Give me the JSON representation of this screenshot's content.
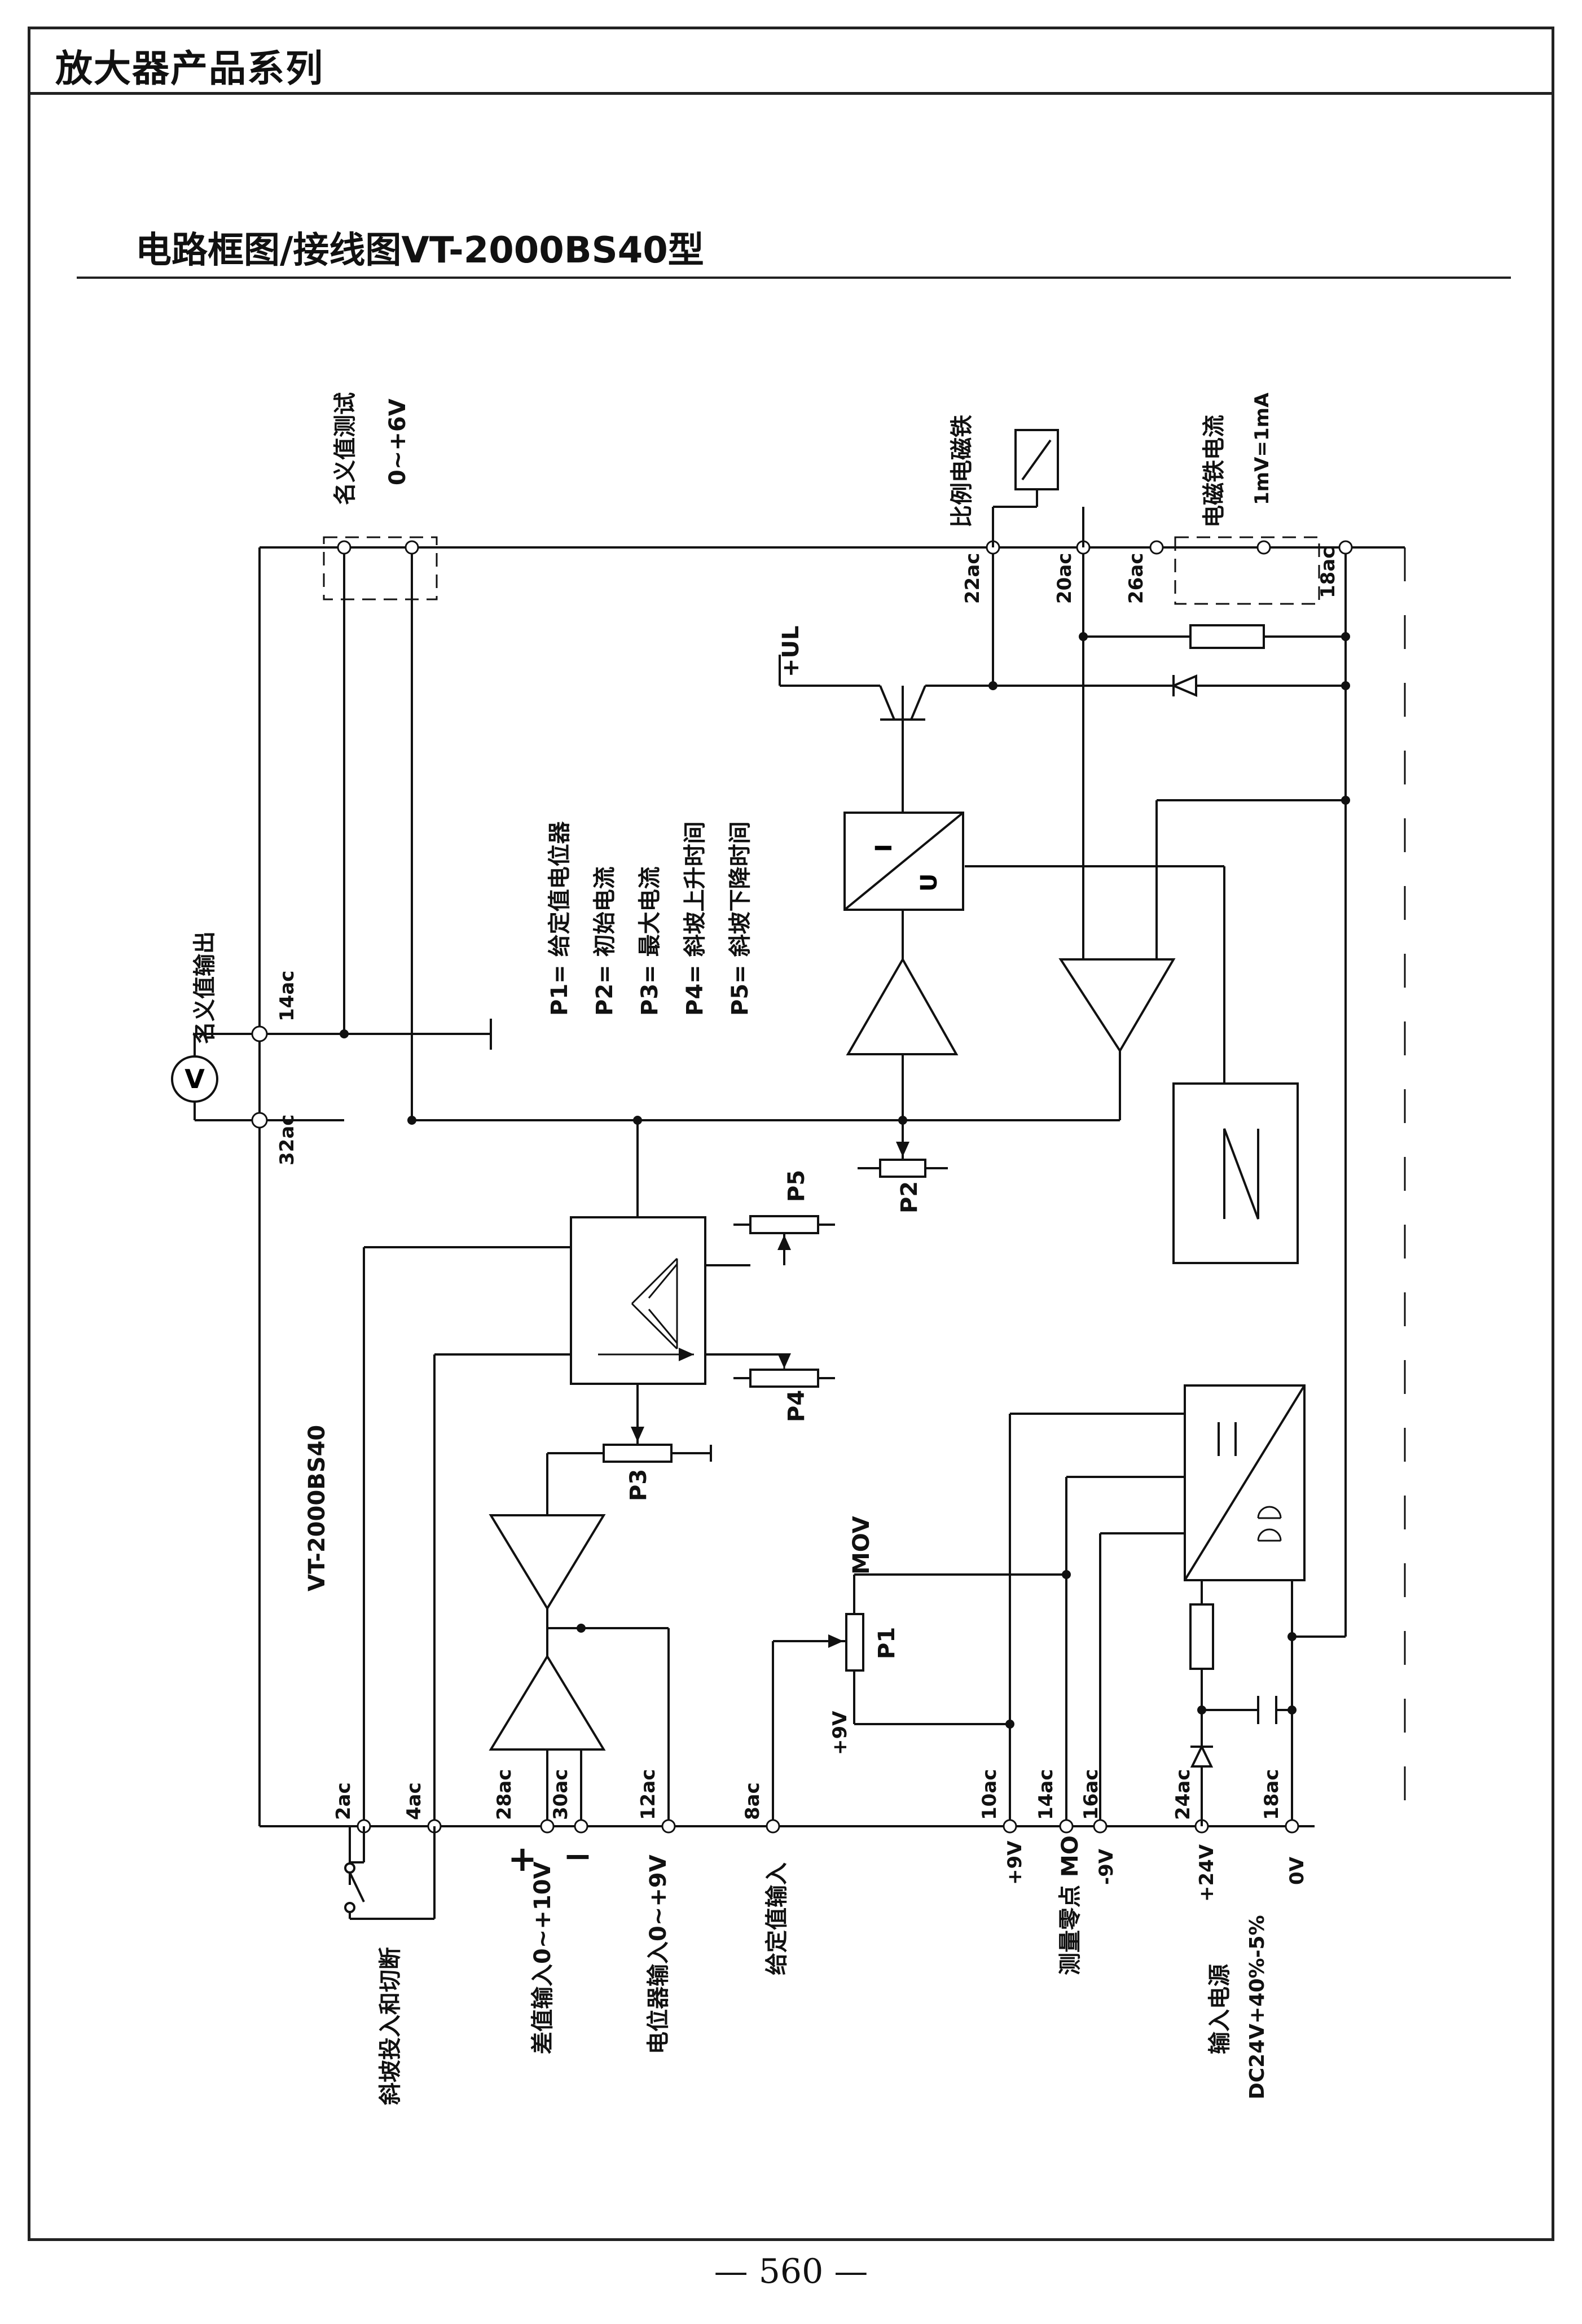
{
  "header": {
    "series_title": "放大器产品系列"
  },
  "diagram": {
    "title": "电路框图/接线图VT-2000BS40型",
    "model_label": "VT-2000BS40",
    "voltmeter_symbol": "V",
    "nominal_output": "名义值输出",
    "nominal_test": "名义值测试",
    "nominal_test_range": "0~+6V",
    "solenoid": "比例电磁铁",
    "solenoid_current": "电磁铁电流",
    "solenoid_current_scale": "1mV=1mA",
    "plus_ul": "+UL",
    "converter_i": "I",
    "converter_u": "U",
    "legend": [
      "P1= 给定值电位器",
      "P2= 初始电流",
      "P3= 最大电流",
      "P4= 斜坡上升时间",
      "P5= 斜坡下降时间"
    ],
    "pots": {
      "p1": "P1",
      "p2": "P2",
      "p3": "P3",
      "p4": "P4",
      "p5": "P5"
    },
    "mov": "MOV",
    "plus9v_label": "+9V",
    "terminals": {
      "t14ac": "14ac",
      "t32ac": "32ac",
      "t22ac": "22ac",
      "t20ac": "20ac",
      "t26ac": "26ac",
      "t18ac_top": "18ac",
      "t2ac": "2ac",
      "t4ac": "4ac",
      "t28ac": "28ac",
      "t30ac": "30ac",
      "t12ac": "12ac",
      "t8ac": "8ac",
      "t10ac": "10ac",
      "t14ac_b": "14ac",
      "t16ac": "16ac",
      "t24ac": "24ac",
      "t18ac_b": "18ac"
    },
    "bottom": {
      "ramp_switch": "斜坡投入和切断",
      "plus_sign": "+",
      "minus_sign": "−",
      "diff_input": "差值输入0~+10V",
      "pot_input": "电位器输入0~+9V",
      "setpoint_input": "给定值输入",
      "p9v": "+9V",
      "mo_point": "测量零点 MO",
      "m9v": "-9V",
      "p24v": "+24V",
      "zero_v": "0V",
      "power_input": "输入电源",
      "power_spec": "DC24V+40%-5%"
    }
  },
  "page": {
    "number": "— 560 —"
  }
}
